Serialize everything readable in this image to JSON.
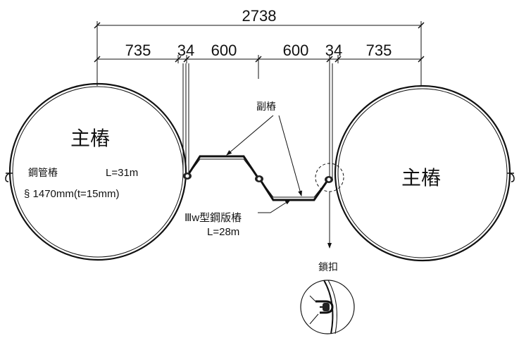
{
  "dimensions": {
    "total": "2738",
    "left_pile": "735",
    "left_gap": "34",
    "left_sheet": "600",
    "right_sheet": "600",
    "right_gap": "34",
    "right_pile": "735"
  },
  "left_pile": {
    "title": "主樁",
    "spec_name": "鋼管樁",
    "spec_length": "L=31m",
    "spec_diameter": "§ 1470mm(t=15mm)"
  },
  "right_pile": {
    "title": "主樁"
  },
  "labels": {
    "secondary_pile": "副樁",
    "sheet_pile_type": "Ⅲw型鋼版樁",
    "sheet_pile_length": "L=28m",
    "interlock": "鎖扣"
  }
}
